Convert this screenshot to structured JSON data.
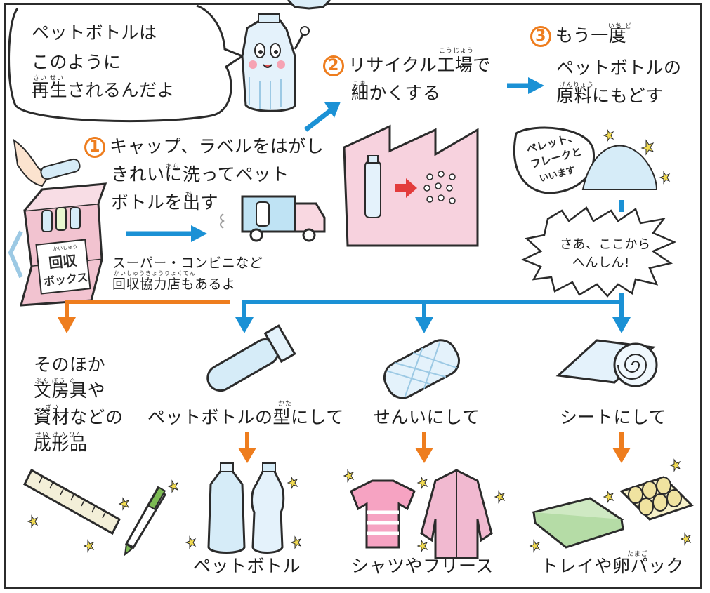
{
  "colors": {
    "orange": "#ee7d1e",
    "blue": "#1b91d5",
    "pink": "#f7d2de",
    "outline": "#2b2b2b"
  },
  "speech_bubble": {
    "line1": "ペットボトルは",
    "line2": "このように",
    "line3": "再生されるんだよ",
    "ruby_saisei": "さい せい"
  },
  "step1": {
    "number": "1",
    "line1": "キャップ、ラベルをはがし",
    "line2": "きれいに洗ってペット",
    "line3": "ボトルを出す",
    "ruby_arai": "あら",
    "ruby_da": "だ"
  },
  "step2": {
    "number": "2",
    "line1": "リサイクル工場で",
    "line2": "細かくする",
    "ruby_koujou": "こうじょう",
    "ruby_koma": "こま"
  },
  "step3": {
    "number": "3",
    "line1": "もう一度",
    "line2": "ペットボトルの",
    "line3": "原料にもどす",
    "ruby_ichido": "いち ど",
    "ruby_genryou": "げんりょう"
  },
  "pellet_label": {
    "line1": "ペレット、",
    "line2": "フレークと",
    "line3": "いいます"
  },
  "box_label": {
    "line1": "回収",
    "line2": "ボックス",
    "ruby": "かいしゅう"
  },
  "store_note": {
    "line1": "スーパー・コンビニなど",
    "line2": "回収協力店もあるよ",
    "ruby": "かいしゅうきょうりょくてん"
  },
  "burst": {
    "line1": "さあ、ここから",
    "line2": "へんしん!"
  },
  "branches": {
    "other": {
      "line1": "そのほか",
      "line2": "文房具や",
      "line3": "資材などの",
      "line4": "成形品",
      "ruby_bunbougu": "ぶん ぼう ぐ",
      "ruby_shizai": "し ざい",
      "ruby_seikeihin": "せい けい ひん"
    },
    "bottle": {
      "label": "ペットボトルの型にして",
      "ruby_kata": "かた",
      "result": "ペットボトル"
    },
    "fiber": {
      "label": "せんいにして",
      "result": "シャツやフリース"
    },
    "sheet": {
      "label": "シートにして",
      "result": "トレイや卵パック",
      "ruby_tamago": "たまご"
    }
  }
}
